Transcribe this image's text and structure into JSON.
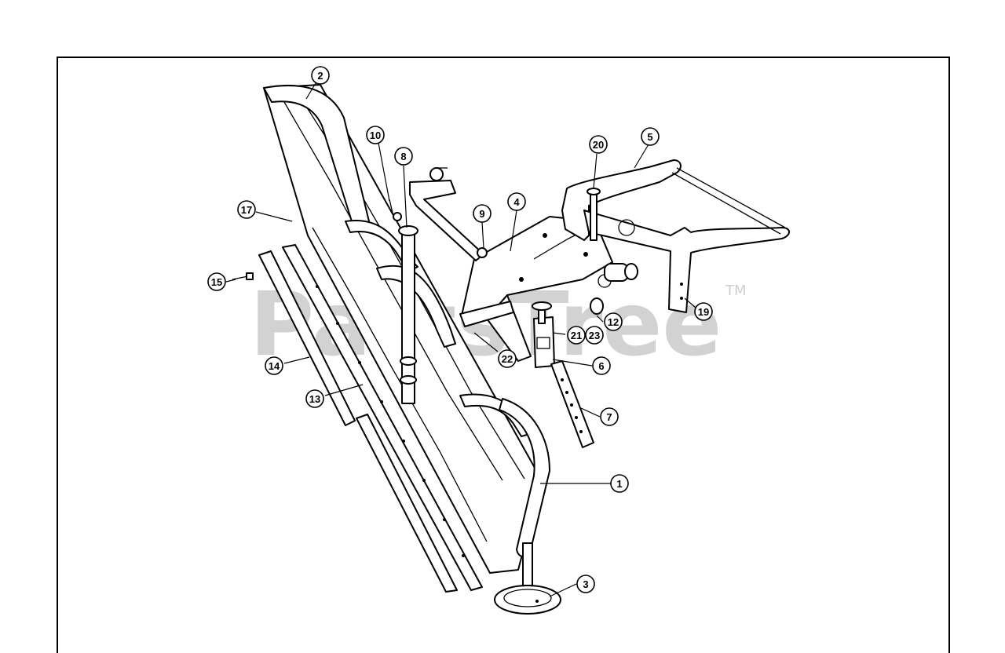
{
  "watermark": {
    "text": "PartsTree",
    "tm": "TM"
  },
  "callouts": [
    {
      "id": "2",
      "label": "2"
    },
    {
      "id": "10",
      "label": "10"
    },
    {
      "id": "8",
      "label": "8"
    },
    {
      "id": "20",
      "label": "20"
    },
    {
      "id": "5",
      "label": "5"
    },
    {
      "id": "17",
      "label": "17"
    },
    {
      "id": "9",
      "label": "9"
    },
    {
      "id": "4",
      "label": "4"
    },
    {
      "id": "15",
      "label": "15"
    },
    {
      "id": "19",
      "label": "19"
    },
    {
      "id": "12",
      "label": "12"
    },
    {
      "id": "21",
      "label": "21"
    },
    {
      "id": "23",
      "label": "23"
    },
    {
      "id": "22",
      "label": "22"
    },
    {
      "id": "6",
      "label": "6"
    },
    {
      "id": "14",
      "label": "14"
    },
    {
      "id": "13",
      "label": "13"
    },
    {
      "id": "7",
      "label": "7"
    },
    {
      "id": "1",
      "label": "1"
    },
    {
      "id": "3",
      "label": "3"
    }
  ]
}
